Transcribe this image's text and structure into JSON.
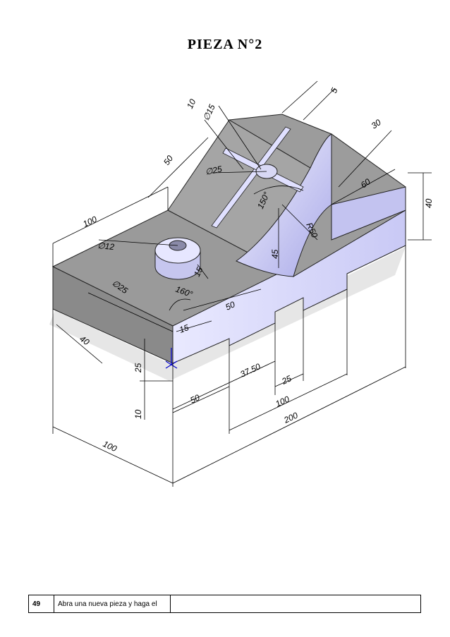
{
  "title": "PIEZA  N°2",
  "dimensions": {
    "d5": "5",
    "d10_top": "10",
    "dia15": "∅15",
    "d30": "30",
    "d50_left": "50",
    "dia25_top": "∅25",
    "d60": "60",
    "d40_right": "40",
    "ang150": "150°",
    "r50": "R50",
    "d100_top": "100",
    "dia12": "∅12",
    "d45": "45",
    "d15_boss": "15",
    "dia25_left": "∅25",
    "ang160": "160°",
    "d50_mid": "50",
    "d15_front": "15",
    "d40_left": "40",
    "d25_left": "25",
    "d37_50": "37.50",
    "d25_bottom": "25",
    "d10_bottom": "10",
    "d50_bottom": "50",
    "d100_bottom": "100",
    "d200": "200",
    "d100_long": "100"
  },
  "footer": {
    "number": "49",
    "instruction": "Abra una nueva pieza y haga el",
    "notes": ""
  }
}
